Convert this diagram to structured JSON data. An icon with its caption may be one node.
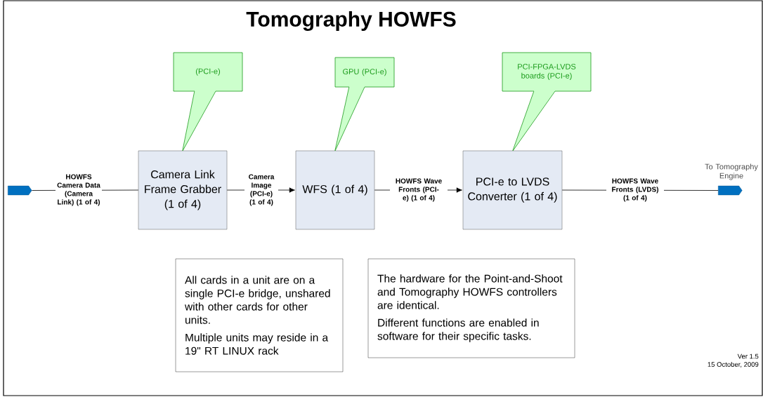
{
  "diagram": {
    "title": "Tomography HOWFS",
    "nodes": [
      {
        "text": [
          "(PCI-e)"
        ]
      },
      {
        "text": [
          "GPU (PCI-e)"
        ]
      },
      {
        "text": [
          "PCI-FPGA-LVDS boards (PCI-e)"
        ]
      },
      {
        "text": [],
        "shape": "arrow"
      },
      {
        "text": [
          "Camera Link Frame Grabber (1 of 4)"
        ]
      },
      {
        "text": [
          "WFS (1 of 4)"
        ]
      },
      {
        "text": [
          "PCI-e to LVDS Converter (1 of 4)"
        ]
      },
      {
        "text": [],
        "shape": "arrow",
        "beside": [
          "To Tomography Engine"
        ]
      },
      {
        "text": [
          "All cards in a unit are on a single PCI-e bridge, unshared with other cards for other units.",
          "Multiple units may reside in a 19\" RT LINUX rack"
        ]
      },
      {
        "text": [
          "The hardware for the Point-and-Shoot and Tomography HOWFS controllers are identical.",
          "Different functions are enabled in software for their specific tasks."
        ]
      }
    ],
    "edges": [
      {
        "from": 0,
        "to": 4,
        "arrow": "none",
        "color": "#1a9a1a"
      },
      {
        "from": 1,
        "to": 5,
        "arrow": "none",
        "color": "#1a9a1a"
      },
      {
        "from": 2,
        "to": 6,
        "arrow": "none",
        "color": "#1a9a1a"
      },
      {
        "from": 3,
        "to": 4,
        "arrow": "none",
        "label": "HOWFS Camera Data (Camera Link) (1 of 4)"
      },
      {
        "from": 4,
        "to": 5,
        "arrow": "to",
        "label": "Camera Image (PCI-e) (1 of 4)"
      },
      {
        "from": 5,
        "to": 6,
        "arrow": "to",
        "label": "HOWFS Wave Fronts (PCI-e) (1 of 4)"
      },
      {
        "from": 6,
        "to": 7,
        "arrow": "none",
        "label": "HOWFS Wave Fronts (LVDS) (1 of 4)"
      }
    ],
    "labels": [
      "Ver 1.5",
      "15 October, 2009"
    ]
  }
}
